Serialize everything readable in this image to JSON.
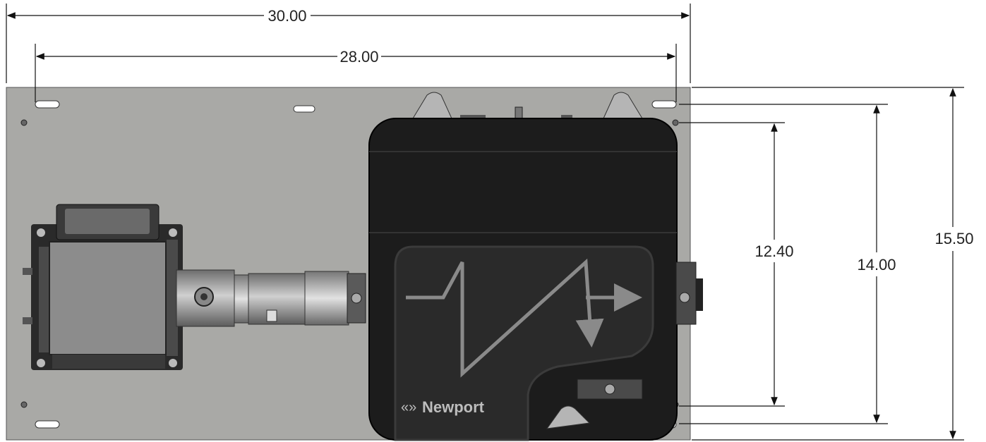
{
  "dimensions": {
    "overall_width": "30.00",
    "hole_spacing_width": "28.00",
    "inner_hole_height": "12.40",
    "slot_height": "14.00",
    "overall_height": "15.50"
  },
  "brand": {
    "logo_text": "Newport"
  },
  "colors": {
    "plate": "#a9a9a6",
    "housing": "#1c1c1c",
    "arrow": "#8a8a8a"
  }
}
